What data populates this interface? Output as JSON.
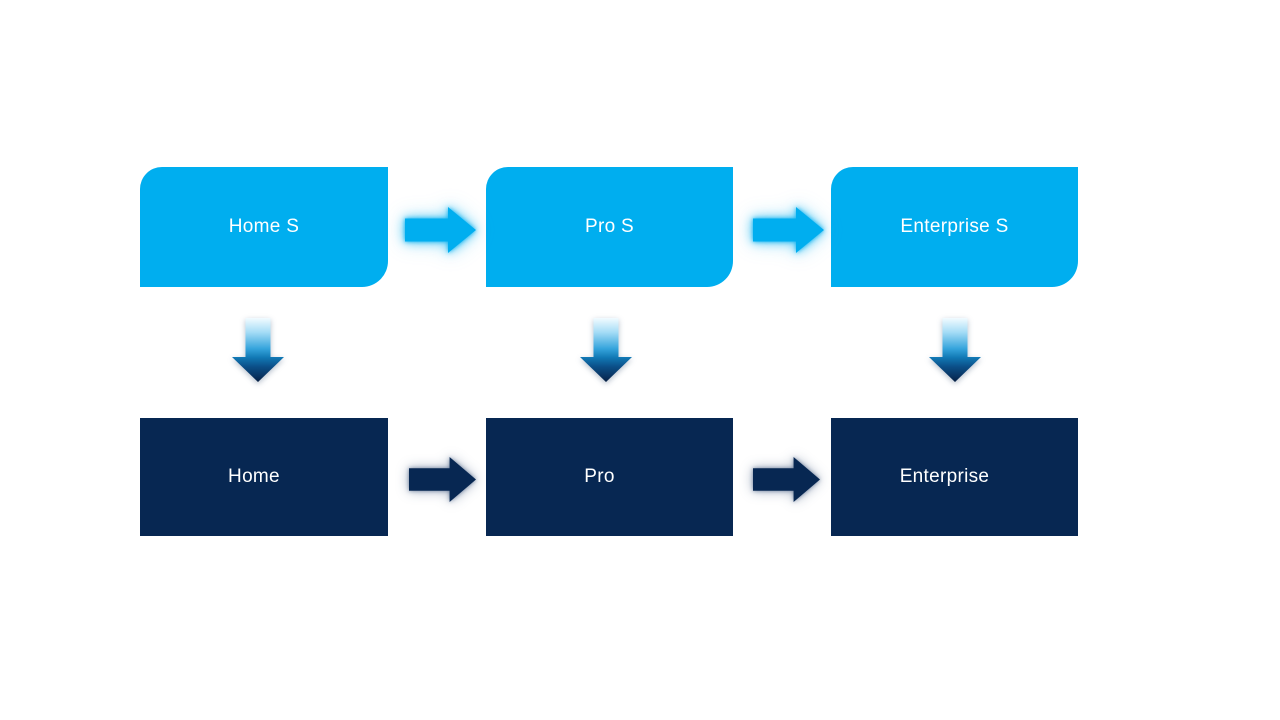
{
  "nodes": {
    "top_row": [
      "Home S",
      "Pro S",
      "Enterprise S"
    ],
    "bottom_row": [
      "Home",
      "Pro",
      "Enterprise"
    ]
  },
  "edges": [
    {
      "from": "Home S",
      "to": "Pro S",
      "direction": "right"
    },
    {
      "from": "Pro S",
      "to": "Enterprise S",
      "direction": "right"
    },
    {
      "from": "Home S",
      "to": "Home",
      "direction": "down"
    },
    {
      "from": "Pro S",
      "to": "Pro",
      "direction": "down"
    },
    {
      "from": "Enterprise S",
      "to": "Enterprise",
      "direction": "down"
    },
    {
      "from": "Home",
      "to": "Pro",
      "direction": "right"
    },
    {
      "from": "Pro",
      "to": "Enterprise",
      "direction": "right"
    }
  ],
  "colors": {
    "light_blue": "#00AEEF",
    "dark_navy": "#072752",
    "background": "#FFFFFF",
    "text": "#FFFFFF"
  }
}
